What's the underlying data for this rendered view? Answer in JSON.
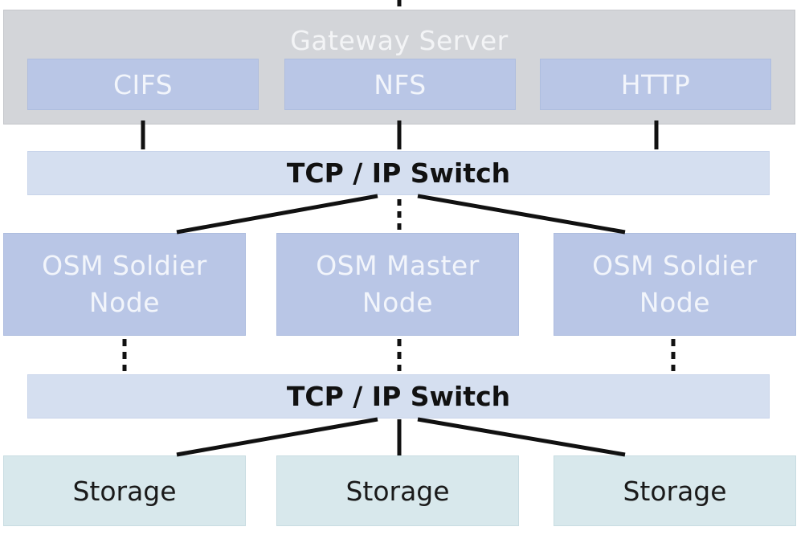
{
  "gateway": {
    "title": "Gateway Server",
    "protocols": [
      "CIFS",
      "NFS",
      "HTTP"
    ]
  },
  "switches": {
    "upper": "TCP / IP Switch",
    "lower": "TCP / IP Switch"
  },
  "nodes": {
    "left": "OSM Soldier\nNode",
    "center": "OSM Master\nNode",
    "right": "OSM Soldier\nNode"
  },
  "storage": [
    "Storage",
    "Storage",
    "Storage"
  ],
  "colors": {
    "gateway_bg": "#d3d5d9",
    "protocol_bg": "#b9c6e6",
    "switch_bg": "#d5dff0",
    "node_bg": "#b9c6e6",
    "storage_bg": "#d8e8ec",
    "connector": "#111111"
  }
}
